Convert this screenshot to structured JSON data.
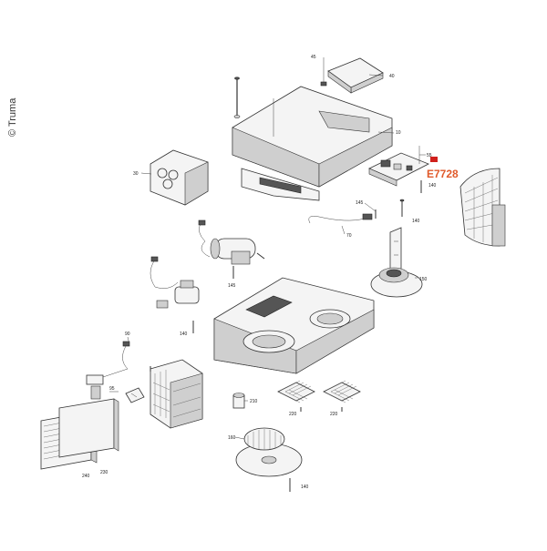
{
  "copyright": "© Truma",
  "highlight_code": "E7728",
  "highlight_color": "#e05a2b",
  "marker_color": "#d0201c",
  "labels": {
    "p45": "45",
    "p40": "40",
    "p10": "10",
    "p55": "55",
    "p30": "30",
    "p140a": "140",
    "p145a": "145",
    "p70": "70",
    "p140b": "140",
    "p145b": "145",
    "p150": "150",
    "p140c": "140",
    "p90": "90",
    "p95": "95",
    "p210": "210",
    "p220a": "220",
    "p220b": "220",
    "p160": "160",
    "p240": "240",
    "p230": "230",
    "p140d": "140"
  }
}
